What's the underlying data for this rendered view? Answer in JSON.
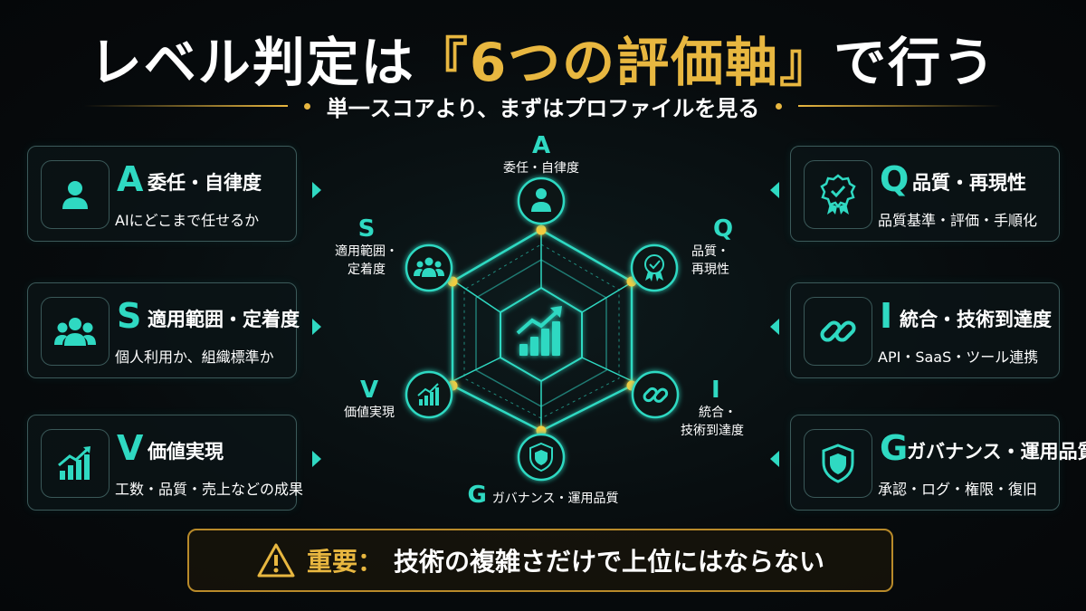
{
  "header": {
    "title_pre": "レベル判定は",
    "title_accent": "『6つの評価軸』",
    "title_post": "で行う",
    "subtitle": "単一スコアより、まずはプロファイルを見る"
  },
  "cards_left": [
    {
      "letter": "A",
      "name": "委任・自律度",
      "desc": "AIにどこまで任せるか",
      "icon": "person-icon"
    },
    {
      "letter": "S",
      "name": "適用範囲・定着度",
      "desc": "個人利用か、組織標準か",
      "icon": "group-icon"
    },
    {
      "letter": "V",
      "name": "価値実現",
      "desc": "工数・品質・売上などの成果",
      "icon": "growth-chart-icon"
    }
  ],
  "cards_right": [
    {
      "letter": "Q",
      "name": "品質・再現性",
      "desc": "品質基準・評価・手順化",
      "icon": "award-badge-icon"
    },
    {
      "letter": "I",
      "name": "統合・技術到達度",
      "desc": "API・SaaS・ツール連携",
      "icon": "link-icon"
    },
    {
      "letter": "G",
      "name": "ガバナンス・運用品質",
      "desc": "承認・ログ・権限・復旧",
      "icon": "shield-icon"
    }
  ],
  "hexagon": {
    "nodes": {
      "A": {
        "letter": "A",
        "line1": "委任・自律度",
        "line2": ""
      },
      "Q": {
        "letter": "Q",
        "line1": "品質・",
        "line2": "再現性"
      },
      "I": {
        "letter": "I",
        "line1": "統合・",
        "line2": "技術到達度"
      },
      "G": {
        "letter": "G",
        "line1": "ガバナンス・運用品質",
        "line2": ""
      },
      "V": {
        "letter": "V",
        "line1": "価値実現",
        "line2": ""
      },
      "S": {
        "letter": "S",
        "line1": "適用範囲・",
        "line2": "定着度"
      }
    },
    "center_icon": "growth-chart-icon"
  },
  "warning": {
    "icon": "warning-triangle-icon",
    "label": "重要：",
    "text": "技術の複雑さだけで上位にはならない"
  },
  "colors": {
    "accent_teal": "#2fd9c2",
    "accent_gold": "#e8b740",
    "background": "#070b0d"
  }
}
